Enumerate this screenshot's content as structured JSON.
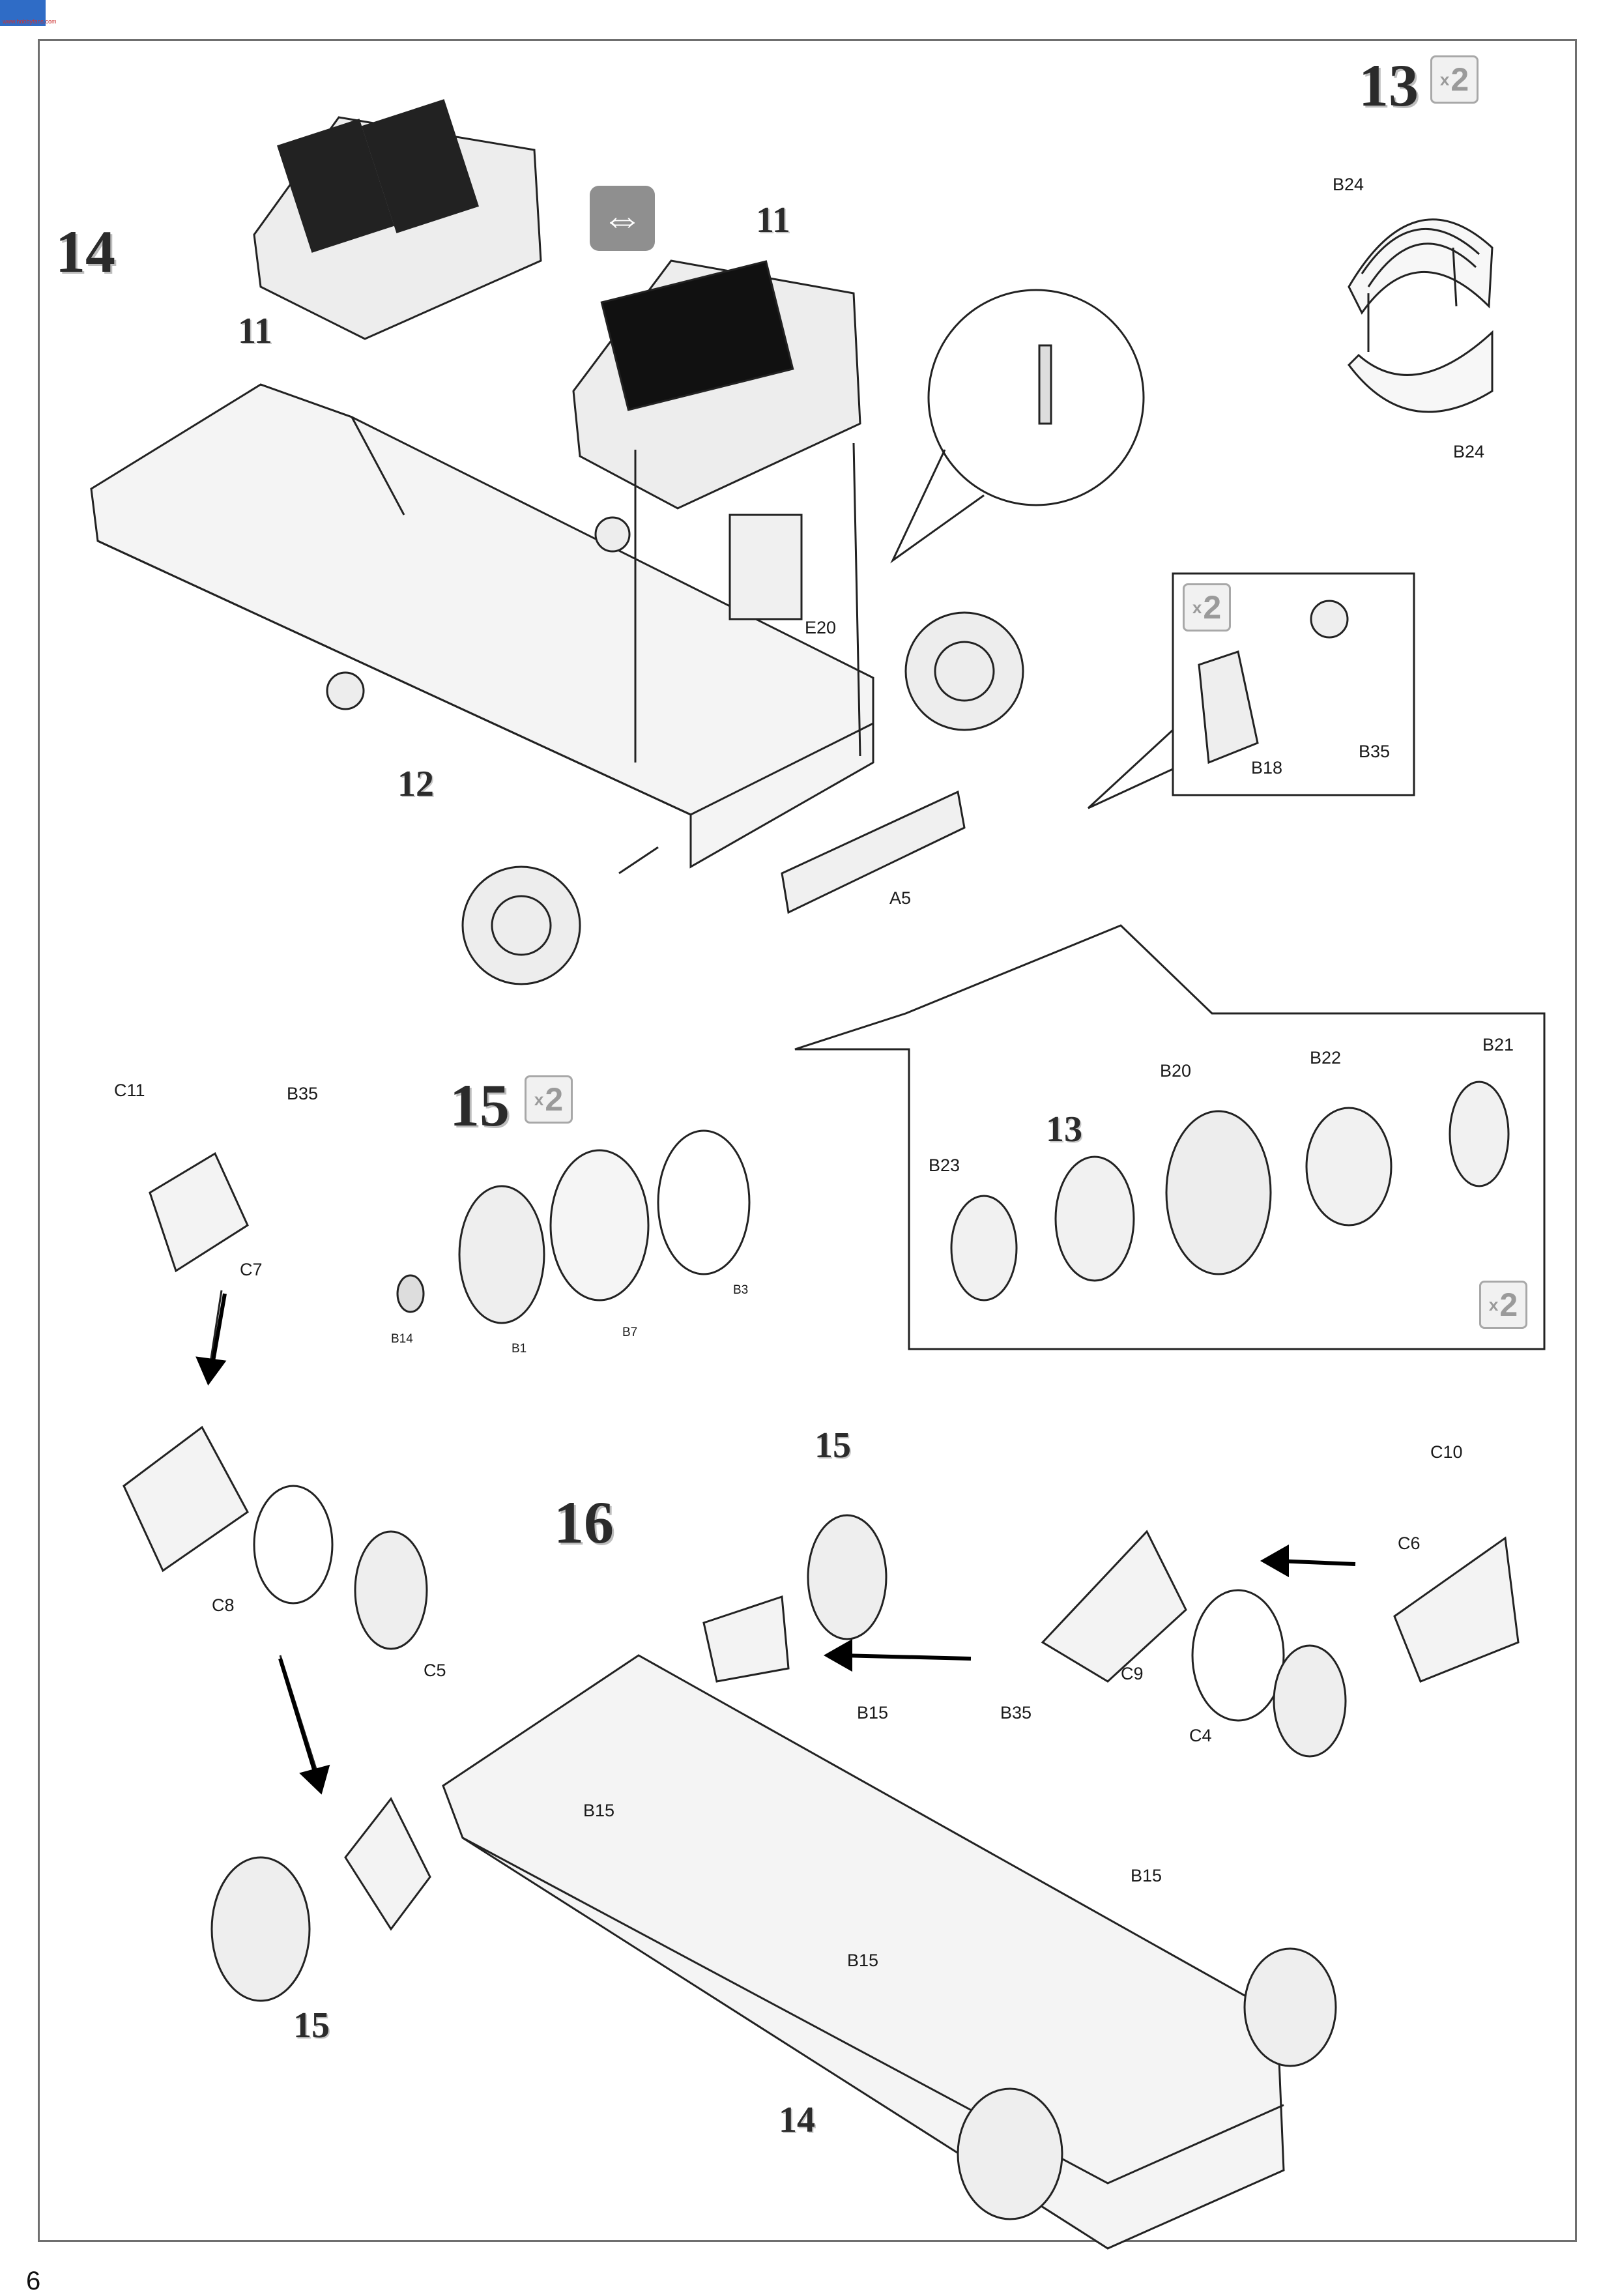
{
  "page": {
    "number": "6"
  },
  "logo": {
    "text": "www.hobbyfans.com"
  },
  "steps": [
    {
      "id": "13",
      "label": "13",
      "multiplier": "2"
    },
    {
      "id": "14",
      "label": "14"
    },
    {
      "id": "15",
      "label": "15",
      "multiplier": "2"
    },
    {
      "id": "16",
      "label": "16"
    }
  ],
  "callouts": {
    "c11a": "11",
    "c11b": "11",
    "c12": "12",
    "c13": "13",
    "c14": "14",
    "c15a": "15",
    "c15b": "15"
  },
  "multipliers": {
    "b18_box": "2",
    "sprocket_box": "2"
  },
  "icons": {
    "flip_symbol": "rotate-arrows-icon"
  },
  "part_labels": {
    "B24_top": "B24",
    "B24_bottom": "B24",
    "E20": "E20",
    "A5": "A5",
    "B18": "B18",
    "B35_a": "B35",
    "B21": "B21",
    "B22": "B22",
    "B20": "B20",
    "B23": "B23",
    "C11": "C11",
    "B35_b": "B35",
    "C7": "C7",
    "B14": "B14",
    "B1": "B1",
    "B7": "B7",
    "B3": "B3",
    "C8": "C8",
    "C5": "C5",
    "C10": "C10",
    "C6": "C6",
    "C9": "C9",
    "C4": "C4",
    "B35_c": "B35",
    "B15_a": "B15",
    "B15_b": "B15",
    "B15_c": "B15",
    "B15_d": "B15"
  }
}
